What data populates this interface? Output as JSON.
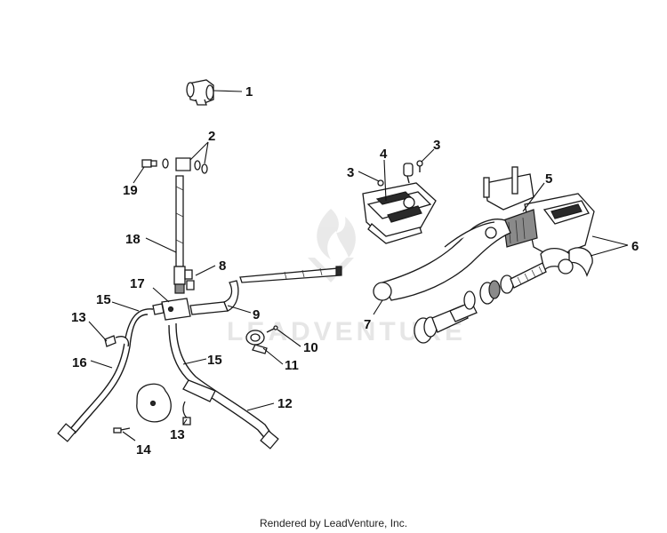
{
  "watermark": {
    "brand": "LEADVENTURE",
    "icon": "flame-icon"
  },
  "callouts": [
    "1",
    "2",
    "3",
    "3",
    "4",
    "5",
    "6",
    "7",
    "8",
    "9",
    "10",
    "11",
    "12",
    "13",
    "13",
    "14",
    "15",
    "15",
    "16",
    "17",
    "18",
    "19"
  ],
  "footer": {
    "text": "Rendered by LeadVenture, Inc."
  }
}
